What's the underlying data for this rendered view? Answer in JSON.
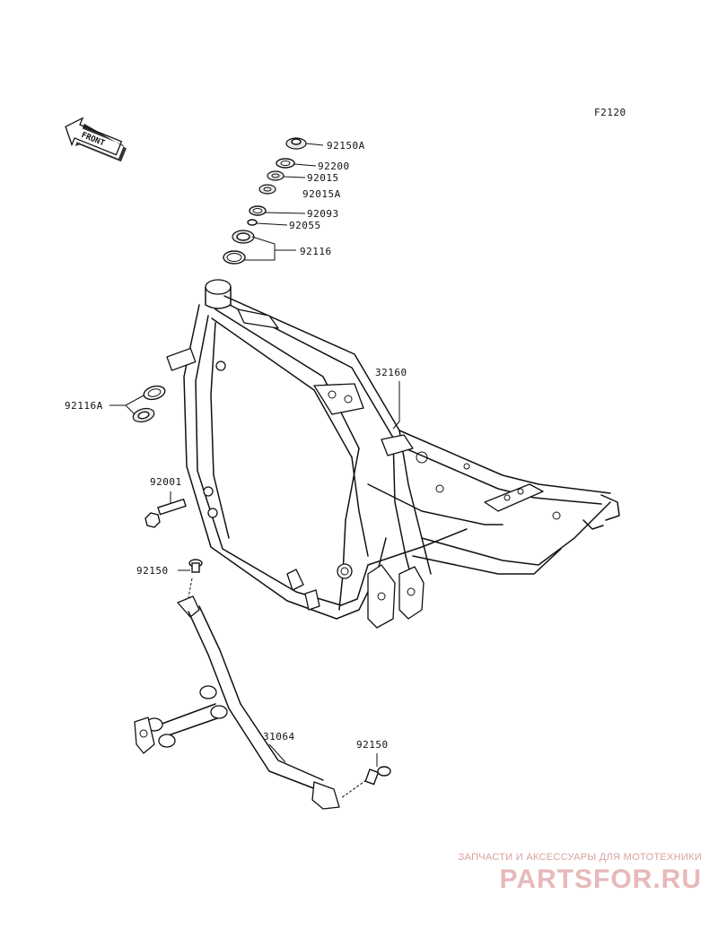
{
  "diagram": {
    "code": "F2120",
    "front_label": "FRONT",
    "parts": [
      {
        "id": "92150A"
      },
      {
        "id": "92200"
      },
      {
        "id": "92015"
      },
      {
        "id": "92015A"
      },
      {
        "id": "92093"
      },
      {
        "id": "92055"
      },
      {
        "id": "92116"
      },
      {
        "id": "32160"
      },
      {
        "id": "92116A"
      },
      {
        "id": "92001"
      },
      {
        "id": "92150"
      },
      {
        "id": "31064"
      },
      {
        "id": "92150"
      }
    ]
  },
  "watermark": {
    "tagline": "ЗАПЧАСТИ И АКСЕССУАРЫ ДЛЯ МОТОТЕХНИКИ",
    "logo": "PARTSFOR.RU",
    "color": "#e7b9b9"
  }
}
